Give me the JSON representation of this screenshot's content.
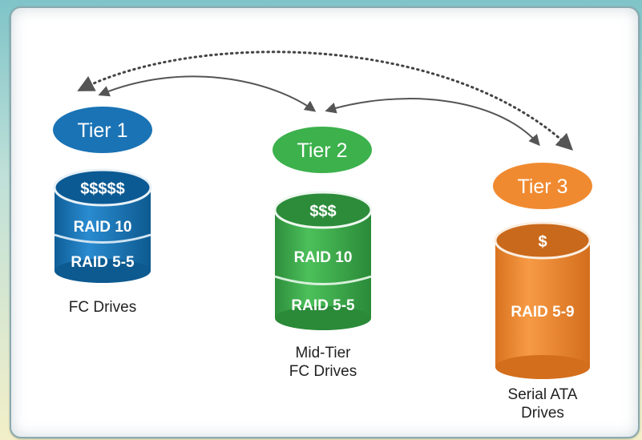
{
  "tiers": [
    {
      "label": "Tier 1",
      "cost": "$$$$$",
      "raids": [
        "RAID 10",
        "RAID 5-5"
      ],
      "caption": [
        "FC Drives"
      ],
      "color": "#1976b8",
      "top_color": "#0f5f96",
      "pill_color": "#1a73b5"
    },
    {
      "label": "Tier 2",
      "cost": "$$$",
      "raids": [
        "RAID 10",
        "RAID 5-5"
      ],
      "caption": [
        "Mid-Tier",
        "FC Drives"
      ],
      "color": "#3aa84a",
      "top_color": "#2a8a3a",
      "pill_color": "#3cb14c"
    },
    {
      "label": "Tier 3",
      "cost": "$",
      "raids": [
        "RAID 5-9"
      ],
      "caption": [
        "Serial ATA",
        "Drives"
      ],
      "color": "#ef8a2e",
      "top_color": "#c86a1a",
      "pill_color": "#f08a30"
    }
  ]
}
